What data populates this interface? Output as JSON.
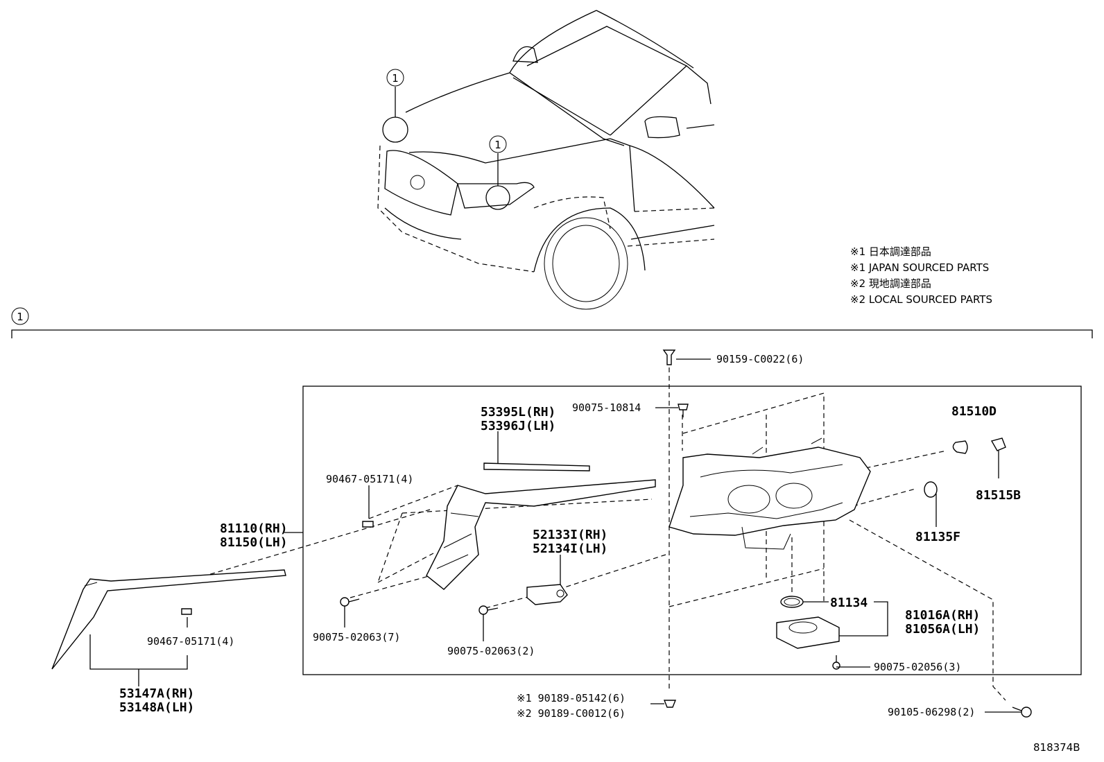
{
  "notes": [
    "※1 日本調達部品",
    "※1 JAPAN SOURCED PARTS",
    "※2 現地調達部品",
    "※2 LOCAL SOURCED PARTS"
  ],
  "callout_marker": "1",
  "parts": {
    "p90159": "90159-C0022(6)",
    "p90075_10814": "90075-10814",
    "p53395": "53395L(RH)",
    "p53396": "53396J(LH)",
    "p81510": "81510D",
    "p81515": "81515B",
    "p81135": "81135F",
    "p90467_top": "90467-05171(4)",
    "p81110": "81110(RH)",
    "p81150": "81150(LH)",
    "p52133": "52133I(RH)",
    "p52134": "52134I(LH)",
    "p81134": "81134",
    "p81016": "81016A(RH)",
    "p81056": "81056A(LH)",
    "p90467_bot": "90467-05171(4)",
    "p90075_02063_7": "90075-02063(7)",
    "p90075_02063_2": "90075-02063(2)",
    "p90075_02056": "90075-02056(3)",
    "p53147": "53147A(RH)",
    "p53148": "53148A(LH)",
    "p90189_05142": "※1 90189-05142(6)",
    "p90189_C0012": "※2 90189-C0012(6)",
    "p90105": "90105-06298(2)"
  },
  "diagram_id": "818374B"
}
